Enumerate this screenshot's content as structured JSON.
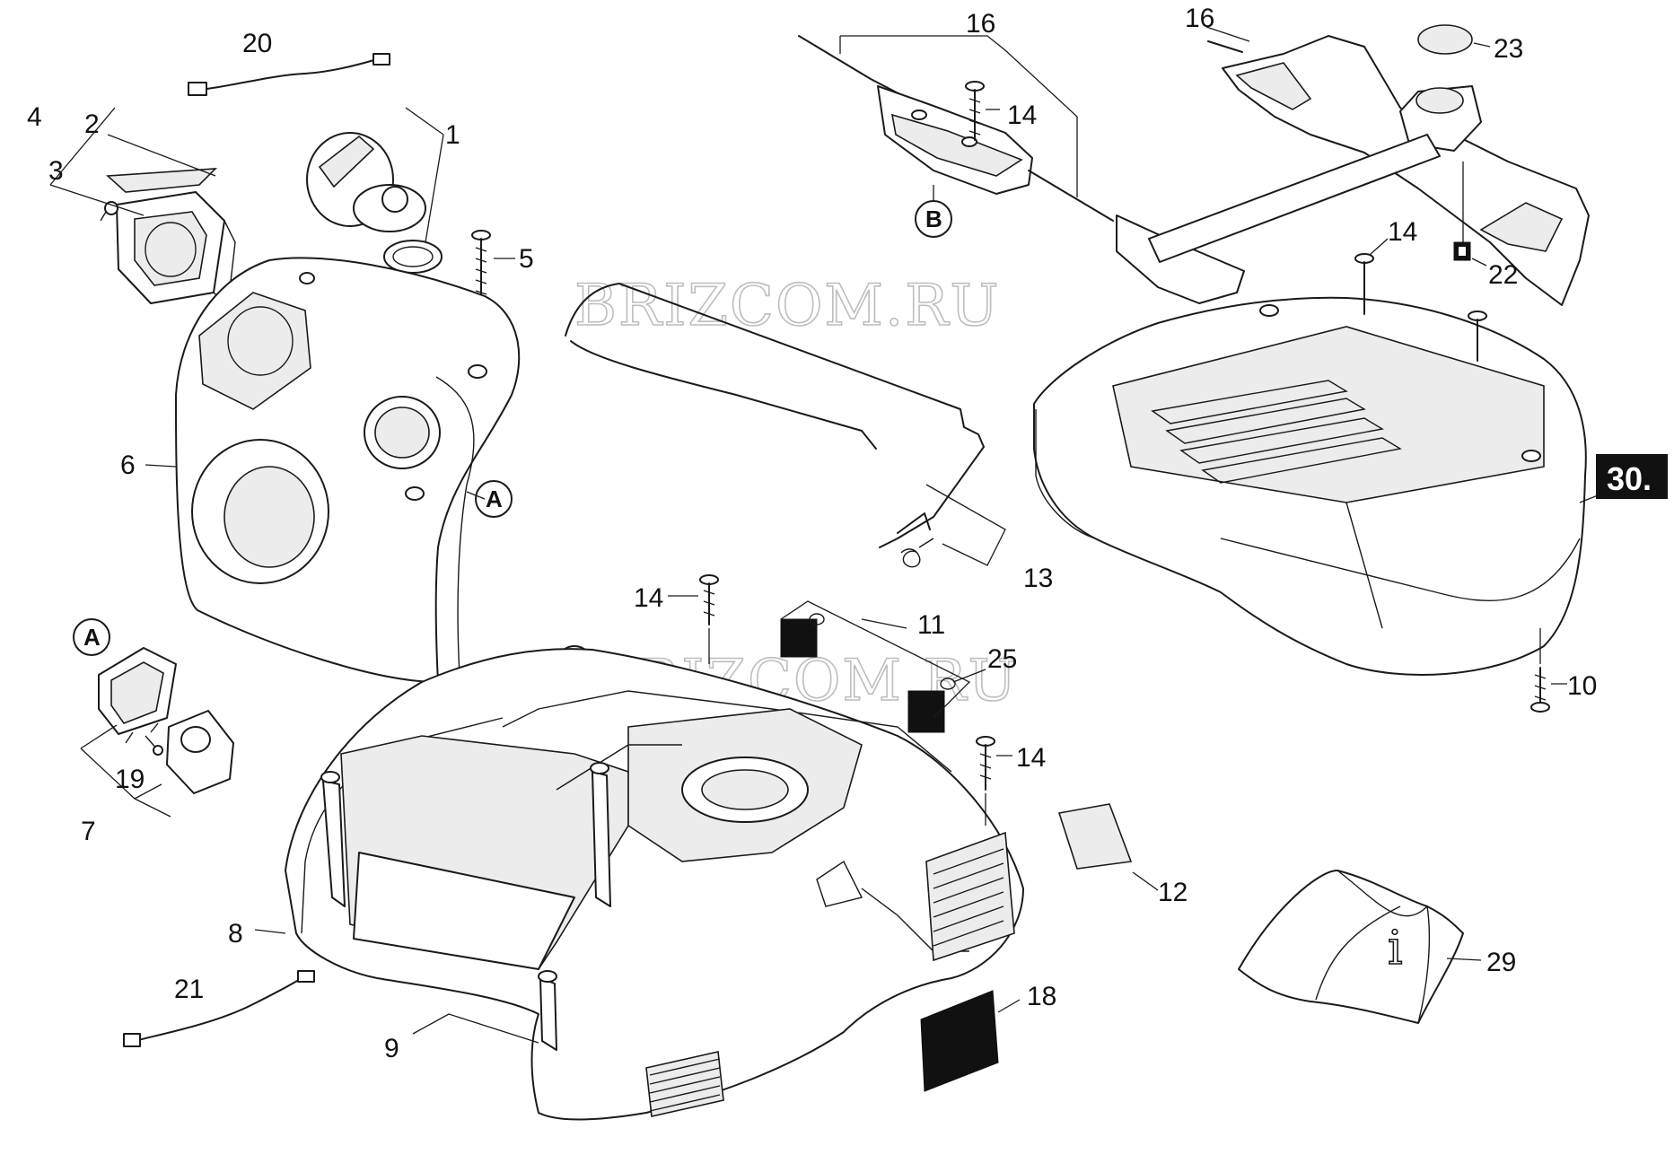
{
  "diagram": {
    "watermark": "BRIZCOM.RU",
    "section_badge": "30.",
    "markers": {
      "a": "A",
      "b": "B"
    },
    "manual_symbol": "i",
    "callouts": {
      "c1": "1",
      "c2": "2",
      "c3": "3",
      "c4": "4",
      "c5": "5",
      "c6": "6",
      "c7": "7",
      "c8": "8",
      "c9": "9",
      "c10": "10",
      "c11": "11",
      "c12": "12",
      "c13": "13",
      "c14": "14",
      "c16": "16",
      "c18": "18",
      "c19": "19",
      "c20": "20",
      "c21": "21",
      "c22": "22",
      "c23": "23",
      "c25": "25",
      "c29": "29"
    }
  }
}
